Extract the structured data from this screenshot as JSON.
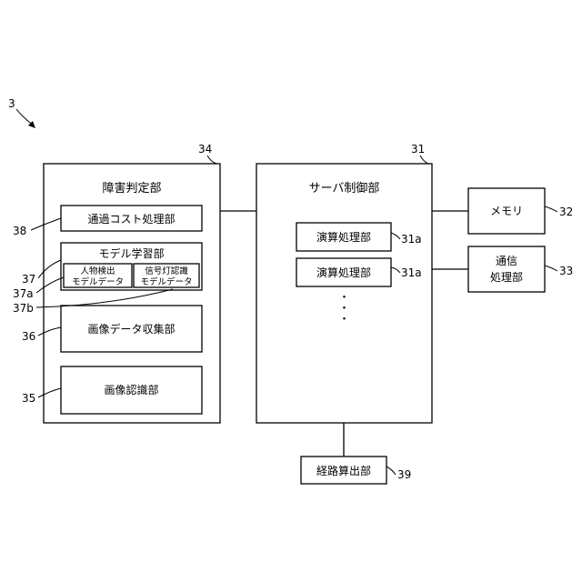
{
  "labels": {
    "fig_ref": "3",
    "obstacle_ref": "34",
    "server_ref": "31",
    "memory_ref": "32",
    "comm_ref": "33",
    "passage_ref": "38",
    "learning_ref": "37",
    "person_ref": "37a",
    "signal_ref": "37b",
    "collect_ref": "36",
    "recog_ref": "35",
    "calc1_ref": "31a",
    "calc2_ref": "31a",
    "route_ref": "39"
  },
  "obstacle": {
    "title": "障害判定部",
    "passage_cost": "通過コスト処理部",
    "model_learning": "モデル学習部",
    "person_model_line1": "人物検出",
    "person_model_line2": "モデルデータ",
    "signal_model_line1": "信号灯認識",
    "signal_model_line2": "モデルデータ",
    "image_collection": "画像データ収集部",
    "image_recognition": "画像認識部"
  },
  "server": {
    "title": "サーバ制御部",
    "calc1": "演算処理部",
    "calc2": "演算処理部",
    "ellipsis": "・・・"
  },
  "memory": {
    "label": "メモリ"
  },
  "comm": {
    "line1": "通信",
    "line2": "処理部"
  },
  "route": {
    "label": "経路算出部"
  }
}
